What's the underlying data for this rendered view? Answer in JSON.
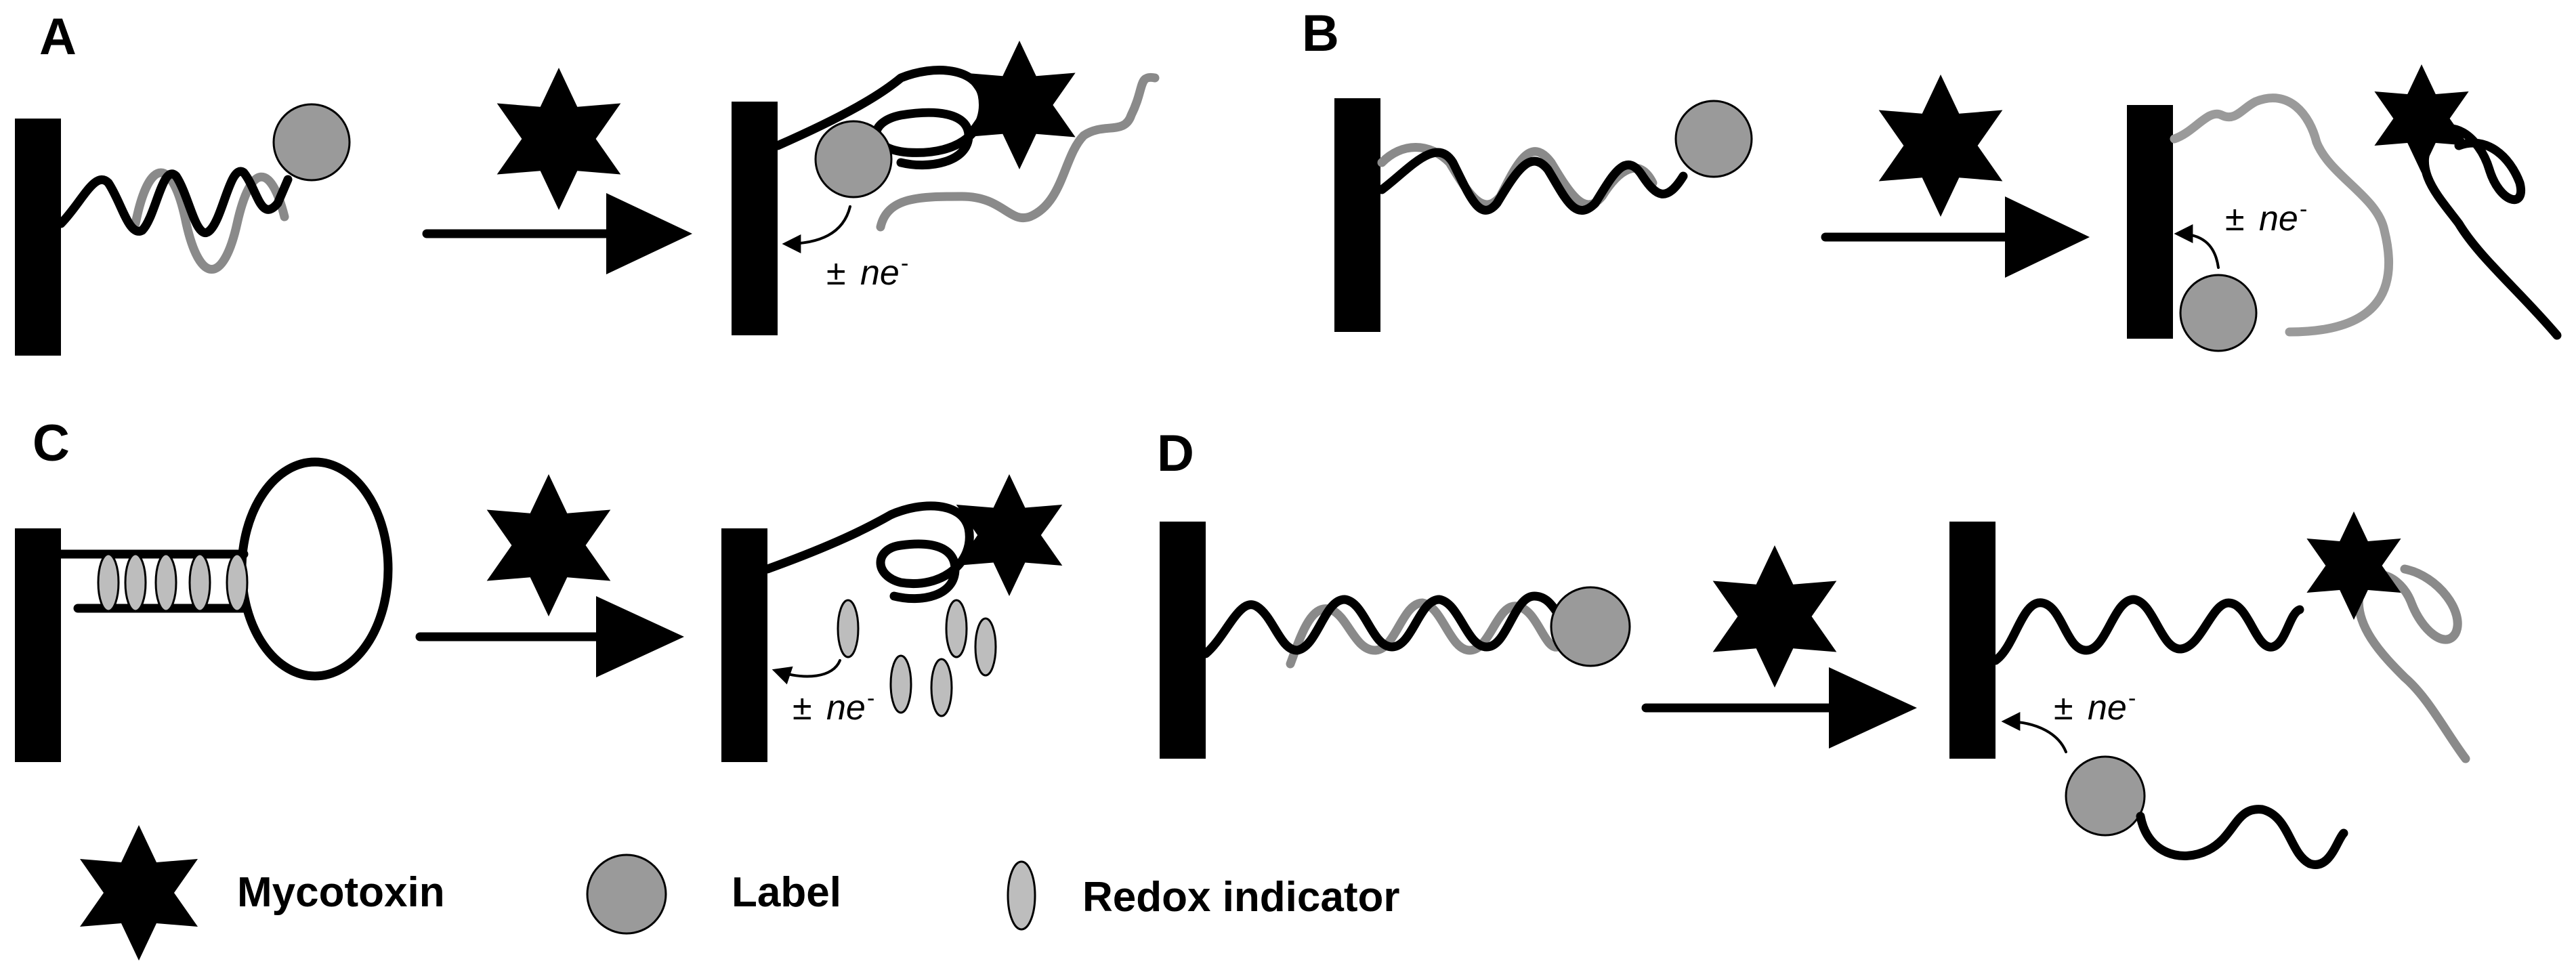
{
  "panels": {
    "a": "A",
    "b": "B",
    "c": "C",
    "d": "D"
  },
  "electron_transfer": {
    "sign": "±",
    "text": "ne",
    "superscript": "-"
  },
  "legend": {
    "mycotoxin": "Mycotoxin",
    "label": "Label",
    "redox_indicator": "Redox indicator"
  },
  "colors": {
    "black": "#000000",
    "gray_strand": "#8a8a8a",
    "label_fill": "#9a9a9a",
    "redox_fill": "#bdbdbd"
  }
}
